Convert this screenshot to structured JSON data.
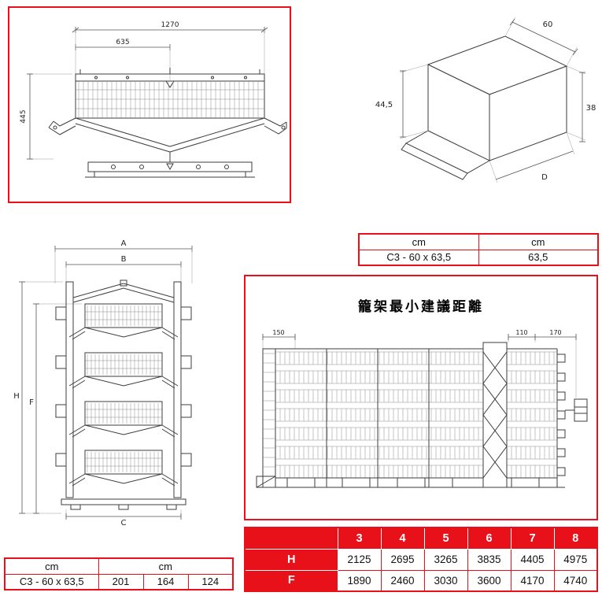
{
  "colors": {
    "accent": "#e8111a",
    "line": "#3d3d3d"
  },
  "drawings": {
    "cross_section": {
      "dim_total_width": "1270",
      "dim_half_width": "635",
      "dim_height": "445"
    },
    "isometric": {
      "dim_top": "60",
      "dim_left": "44,5",
      "dim_right": "38",
      "dim_depth": "D"
    },
    "front_view": {
      "dim_a": "A",
      "dim_b": "B",
      "dim_h": "H",
      "dim_f": "F",
      "dim_c": "C"
    },
    "elevation": {
      "title": "籠架最小建議距離",
      "dim_left": "150",
      "dim_mid": "110",
      "dim_right": "170"
    }
  },
  "tables": {
    "cage_size": {
      "headers": [
        "cm",
        "cm"
      ],
      "row": [
        "C3 - 60 x 63,5",
        "63,5"
      ]
    },
    "cage_dims": {
      "headers": [
        "cm",
        "cm"
      ],
      "row": [
        "C3 - 60 x 63,5",
        "201",
        "164",
        "124"
      ]
    },
    "hf": {
      "columns": [
        "3",
        "4",
        "5",
        "6",
        "7",
        "8"
      ],
      "rows": [
        {
          "label": "H",
          "values": [
            "2125",
            "2695",
            "3265",
            "3835",
            "4405",
            "4975"
          ]
        },
        {
          "label": "F",
          "values": [
            "1890",
            "2460",
            "3030",
            "3600",
            "4170",
            "4740"
          ]
        }
      ]
    }
  }
}
